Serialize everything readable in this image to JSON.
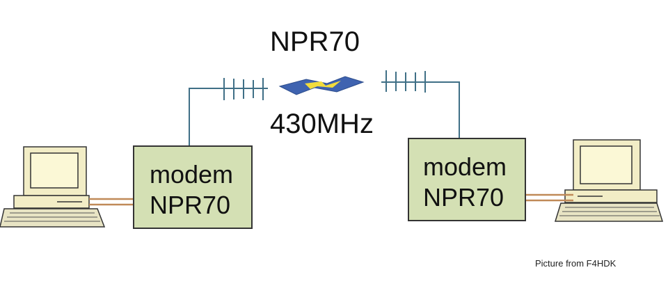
{
  "diagram": {
    "title": "NPR70",
    "frequency": "430MHz",
    "credit": "Picture from F4HDK",
    "modem_left": {
      "line1": "modem",
      "line2": "NPR70"
    },
    "modem_right": {
      "line1": "modem",
      "line2": "NPR70"
    }
  },
  "colors": {
    "modem_fill": "#d4e0b4",
    "antenna": "#3f6f86",
    "cable": "#c08a58",
    "computer_body": "#f2edc6",
    "screen": "#fbf8d6",
    "lightning_blue": "#3f63b0",
    "lightning_yellow": "#f2dc3c"
  },
  "icons": {
    "left_computer": "computer-icon",
    "right_computer": "computer-icon",
    "radio_link": "lightning-bolt-icon"
  }
}
